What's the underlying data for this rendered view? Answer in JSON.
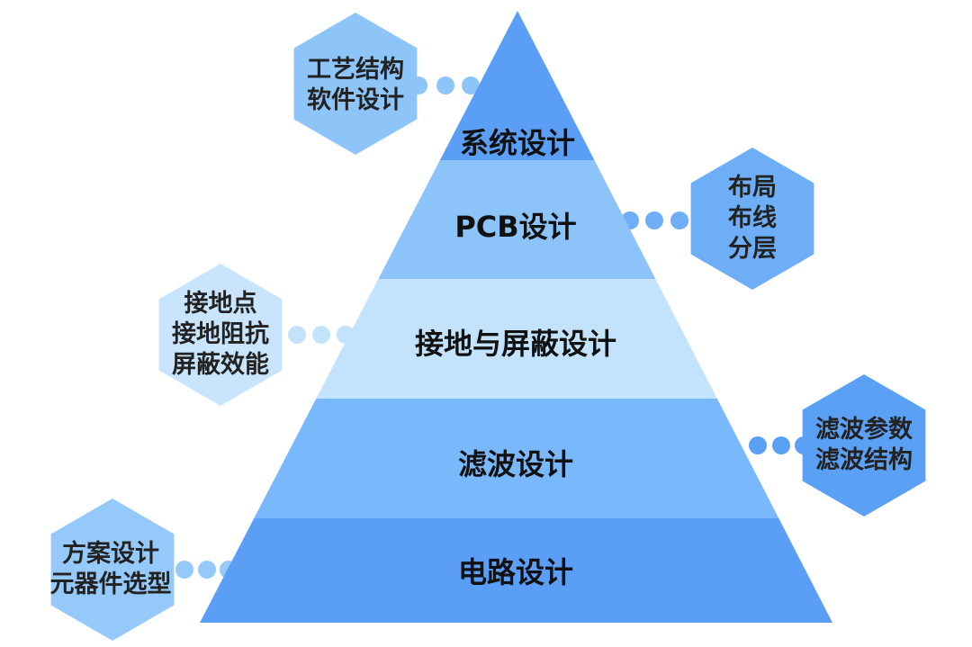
{
  "tiers": [
    {
      "label": "系统设计",
      "color": "#5a9ef5"
    },
    {
      "label": "PCB设计",
      "color": "#8cc4fa"
    },
    {
      "label": "接地与屏蔽设计",
      "color": "#c3e3fd"
    },
    {
      "label": "滤波设计",
      "color": "#79b8fb"
    },
    {
      "label": "电路设计",
      "color": "#5a9ef6"
    }
  ],
  "notes": [
    {
      "lines": [
        "工艺结构",
        "软件设计"
      ],
      "color": "#8ec5f9"
    },
    {
      "lines": [
        "布局",
        "布线",
        "分层"
      ],
      "color": "#6eaef7"
    },
    {
      "lines": [
        "接地点",
        "接地阻抗",
        "屏蔽效能"
      ],
      "color": "#c9e5fd"
    },
    {
      "lines": [
        "滤波参数",
        "滤波结构"
      ],
      "color": "#5aa0f5"
    },
    {
      "lines": [
        "方案设计",
        "元器件选型"
      ],
      "color": "#95c9fa"
    }
  ],
  "connector_color": "#8cc4fa"
}
